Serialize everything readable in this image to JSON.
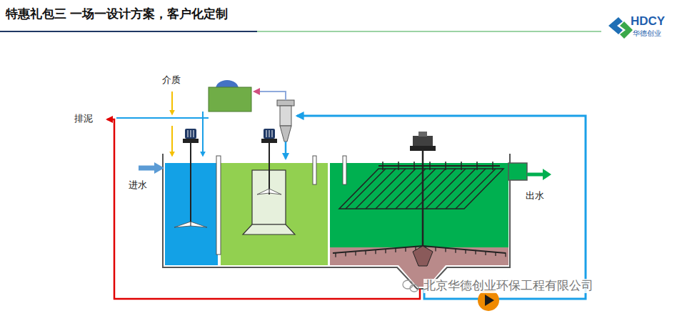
{
  "diagram": {
    "title": "特惠礼包三 一场一设计方案，客户化定制",
    "labels": [
      "HDCY",
      "华德创业",
      "介质",
      "排泥",
      "进水",
      "出水",
      "北京华德创业环保工程有限公司"
    ]
  }
}
